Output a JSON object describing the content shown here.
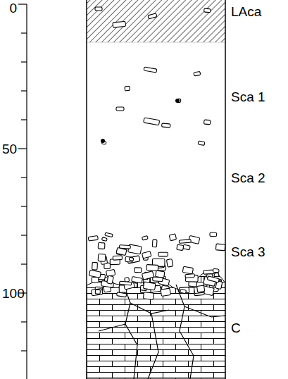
{
  "diagram": {
    "labels": [
      "0",
      "50",
      "100",
      "LAca",
      "Sca 1",
      "Sca 2",
      "Sca 3",
      "C"
    ]
  }
}
